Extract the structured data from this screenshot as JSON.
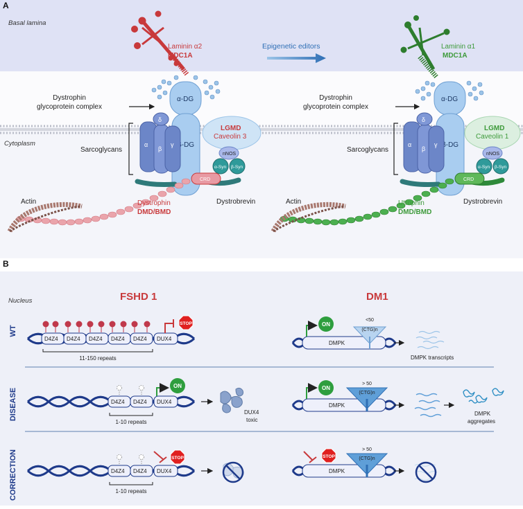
{
  "panel_a": {
    "letter": "A",
    "basal_lamina": "Basal lamina",
    "cytoplasm": "Cytoplasm",
    "arrow_label": "Epigenetic editors",
    "left": {
      "laminin": "Laminin α2",
      "laminin_disease": "MDC1A",
      "dgc_line1": "Dystrophin",
      "dgc_line2": "glycoprotein complex",
      "alpha_dg": "α-DG",
      "beta_dg": "β-DG",
      "sg_delta": "δ",
      "sg_alpha": "α",
      "sg_beta": "β",
      "sg_gamma": "γ",
      "lgmd": "LGMD",
      "caveolin": "Caveolin 3",
      "nnos": "nNOS",
      "a_syn": "α-Syn",
      "b_syn": "β-Syn",
      "sarcoglycans": "Sarcoglycans",
      "crd": "CRD",
      "actin": "Actin",
      "protein": "Dystrophin",
      "protein_disease": "DMD/BMD",
      "dystrobrevin": "Dystrobrevin"
    },
    "right": {
      "laminin": "Laminin α1",
      "laminin_disease": "MDC1A",
      "dgc_line1": "Dystrophin",
      "dgc_line2": "glycoprotein complex",
      "alpha_dg": "α-DG",
      "beta_dg": "β-DG",
      "sg_delta": "δ",
      "sg_alpha": "α",
      "sg_beta": "β",
      "sg_gamma": "γ",
      "lgmd": "LGMD",
      "caveolin": "Caveolin 1",
      "nnos": "nNOS",
      "a_syn": "α-Syn",
      "b_syn": "β-Syn",
      "sarcoglycans": "Sarcoglycans",
      "crd": "CRD",
      "actin": "Actin",
      "protein": "Utrophin",
      "protein_disease": "DMD/BMD",
      "dystrobrevin": "Dystrobrevin"
    }
  },
  "panel_b": {
    "letter": "B",
    "nucleus": "Nucleus",
    "fshd_title": "FSHD 1",
    "dm1_title": "DM1",
    "rows": {
      "wt": "WT",
      "disease": "DISEASE",
      "correction": "CORRECTION"
    },
    "d4z4": "D4Z4",
    "dux4": "DUX4",
    "stop": "STOP",
    "on": "ON",
    "dmpk": "DMPK",
    "wt_repeats": "11-150 repeats",
    "short_repeats": "1-10 repeats",
    "dux4_toxic_line1": "DUX4",
    "dux4_toxic_line2": "toxic",
    "ctg_wt_line1": "<50",
    "ctg_wt_line2": "(CTG)n",
    "ctg_ex_line1": "> 50",
    "ctg_ex_line2": "(CTG)n",
    "dmpk_transcripts": "DMPK transcripts",
    "dmpk_aggregates_line1": "DMPK",
    "dmpk_aggregates_line2": "aggregates"
  },
  "colors": {
    "panel_bg": "#eef0f8",
    "lamina_bg": "#dfe2f5",
    "dystrophin_red": "#c8393b",
    "utrophin_green": "#3d9a3a",
    "receptor_blue": "#9cc4e8",
    "sarcoglycan_blue": "#6c86c8",
    "syntrophin_teal": "#2f8f8f",
    "dna_navy": "#1e3a8a",
    "methyl_red": "#c0394b",
    "stop_red": "#e02020",
    "on_green": "#2e9e3e"
  }
}
